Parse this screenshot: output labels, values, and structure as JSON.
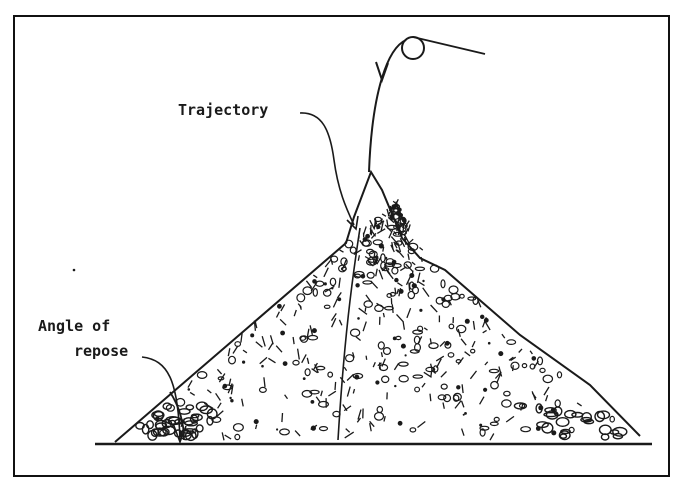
{
  "labels": {
    "trajectory": "Trajectory",
    "angle_of_repose_line1": "Angle of",
    "angle_of_repose_line2": "repose"
  },
  "colors": {
    "ink": "#1a1a1a",
    "background": "#ffffff",
    "frame": "#111111"
  }
}
